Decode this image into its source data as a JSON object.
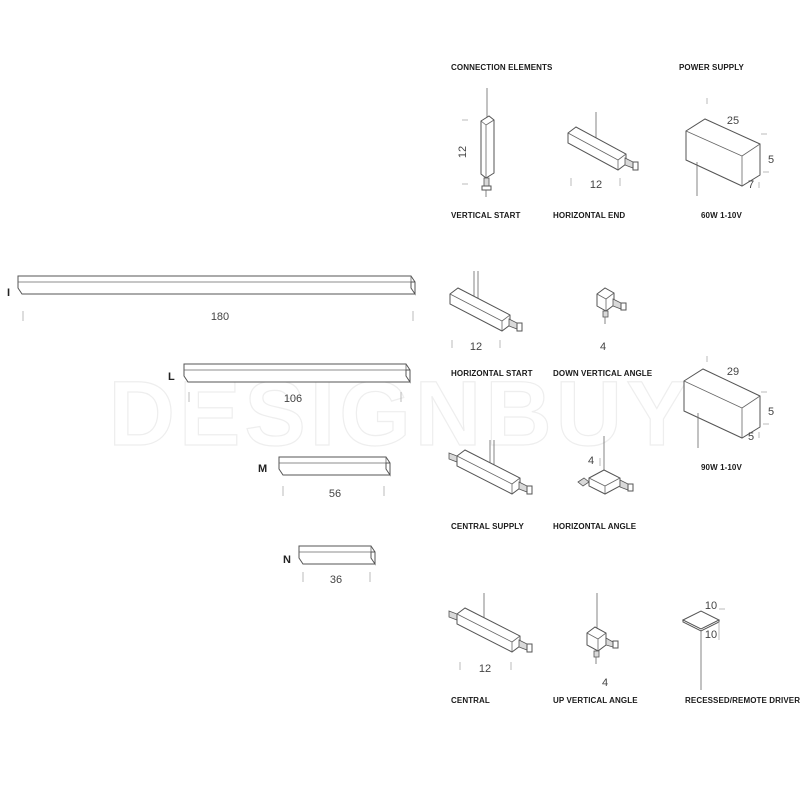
{
  "watermark": "DESIGNBUY",
  "profiles": [
    {
      "size": "I",
      "length": "180"
    },
    {
      "size": "L",
      "length": "106"
    },
    {
      "size": "M",
      "length": "56"
    },
    {
      "size": "N",
      "length": "36"
    }
  ],
  "sections": {
    "connection_elements": "CONNECTION ELEMENTS",
    "power_supply": "POWER SUPPLY"
  },
  "elements": {
    "vertical_start": {
      "label": "VERTICAL START",
      "dim": "12"
    },
    "horizontal_end": {
      "label": "HORIZONTAL END",
      "dim": "12"
    },
    "horizontal_start": {
      "label": "HORIZONTAL START",
      "dim": "12"
    },
    "down_vertical_angle": {
      "label": "DOWN VERTICAL ANGLE",
      "dim": "4"
    },
    "central_supply": {
      "label": "CENTRAL SUPPLY"
    },
    "horizontal_angle": {
      "label": "HORIZONTAL ANGLE",
      "dim": "4"
    },
    "central": {
      "label": "CENTRAL",
      "dim": "12"
    },
    "up_vertical_angle": {
      "label": "UP VERTICAL ANGLE",
      "dim": "4"
    }
  },
  "power": {
    "p60": {
      "label": "60W 1-10V",
      "length": "25",
      "height": "5",
      "depth": "7"
    },
    "p90": {
      "label": "90W 1-10V",
      "length": "29",
      "height": "5",
      "depth": "5"
    },
    "remote": {
      "label": "RECESSED/REMOTE DRIVER",
      "width": "10",
      "depth": "10"
    }
  }
}
